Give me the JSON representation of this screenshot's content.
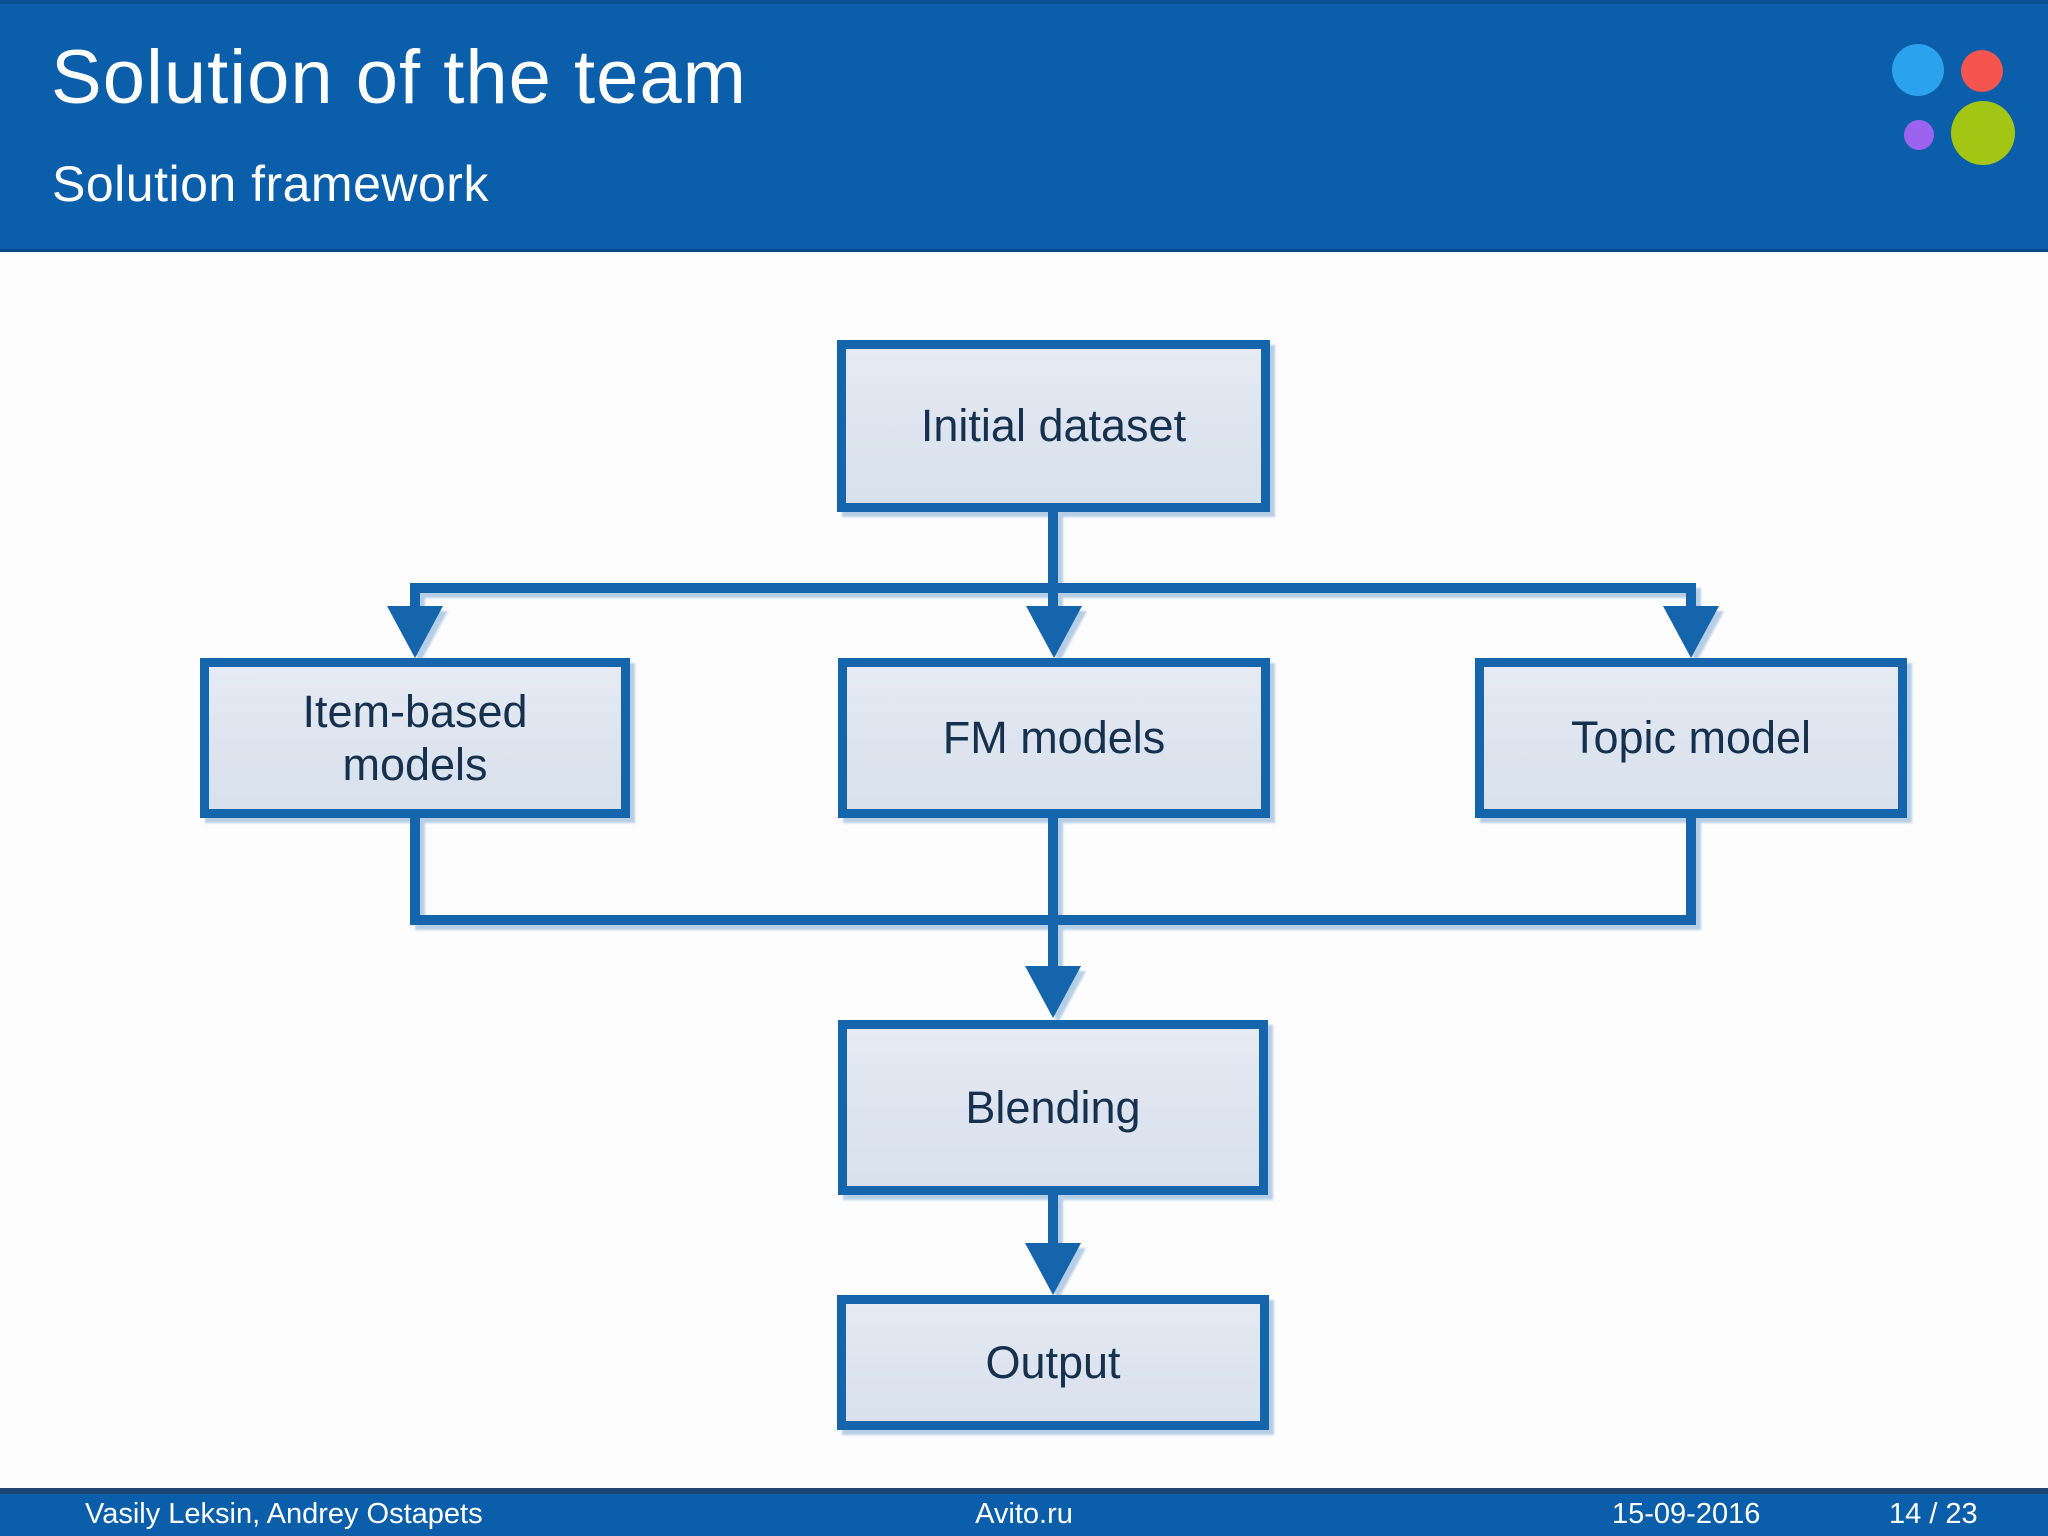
{
  "header": {
    "title": "Solution of the team",
    "subtitle": "Solution framework"
  },
  "logo": {
    "dot_colors": {
      "blue": "#2aa2ec",
      "red": "#f4554e",
      "purple": "#9c63ee",
      "green": "#a3c614"
    }
  },
  "flowchart": {
    "nodes": {
      "initial": {
        "label": "Initial dataset"
      },
      "item_based": {
        "label": "Item-based models"
      },
      "fm": {
        "label": "FM models"
      },
      "topic": {
        "label": "Topic model"
      },
      "blending": {
        "label": "Blending"
      },
      "output": {
        "label": "Output"
      }
    },
    "edges": [
      {
        "from": "initial",
        "to": "item_based"
      },
      {
        "from": "initial",
        "to": "fm"
      },
      {
        "from": "initial",
        "to": "topic"
      },
      {
        "from": "item_based",
        "to": "blending"
      },
      {
        "from": "fm",
        "to": "blending"
      },
      {
        "from": "topic",
        "to": "blending"
      },
      {
        "from": "blending",
        "to": "output"
      }
    ]
  },
  "footer": {
    "authors": "Vasily Leksin, Andrey Ostapets",
    "site": "Avito.ru",
    "date": "15-09-2016",
    "page": "14 / 23"
  },
  "colors": {
    "header_bg": "#0b5ea9",
    "footer_bg": "#0b5ea9",
    "footer_top_border": "#1c4474",
    "connector": "#1565ac",
    "node_border": "#1565ac",
    "node_fill": "#dde4ef",
    "node_text": "#16314e",
    "title_text": "#ffffff"
  }
}
